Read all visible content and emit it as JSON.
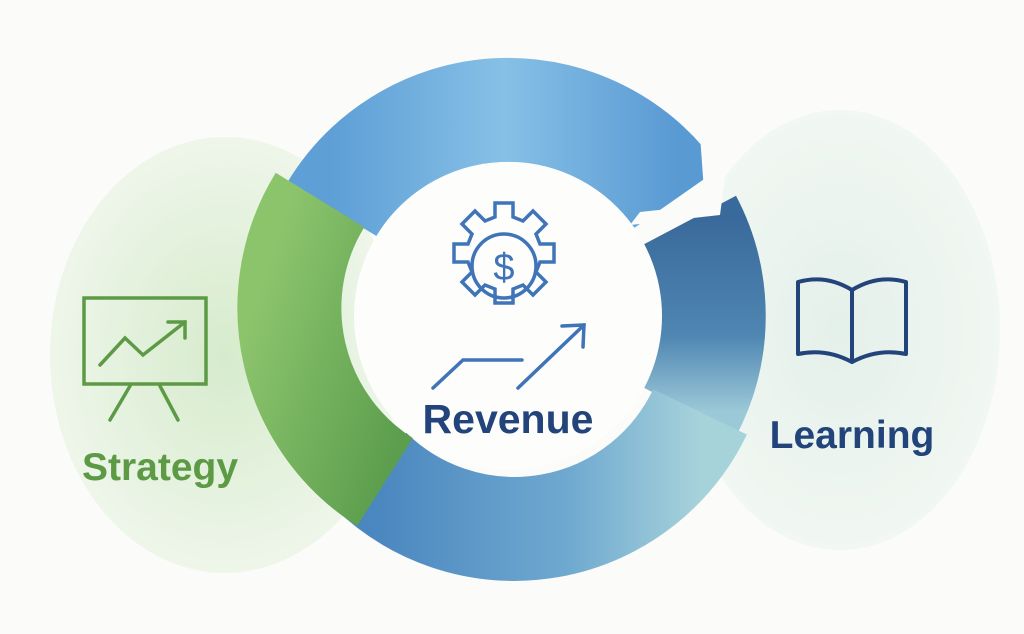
{
  "diagram": {
    "center_label": "Revenue",
    "left_label": "Strategy",
    "right_label": "Learning",
    "icons": [
      "gear-dollar-icon",
      "growth-arrow-icon",
      "presentation-chart-icon",
      "open-book-icon"
    ],
    "colors": {
      "navy": "#22447a",
      "green": "#5c9a45",
      "icon_blue": "#3f74b8",
      "ring_light_blue": "#6fb0df",
      "ring_dark_blue": "#3d6f9e",
      "ring_green": "#79b45c"
    }
  }
}
